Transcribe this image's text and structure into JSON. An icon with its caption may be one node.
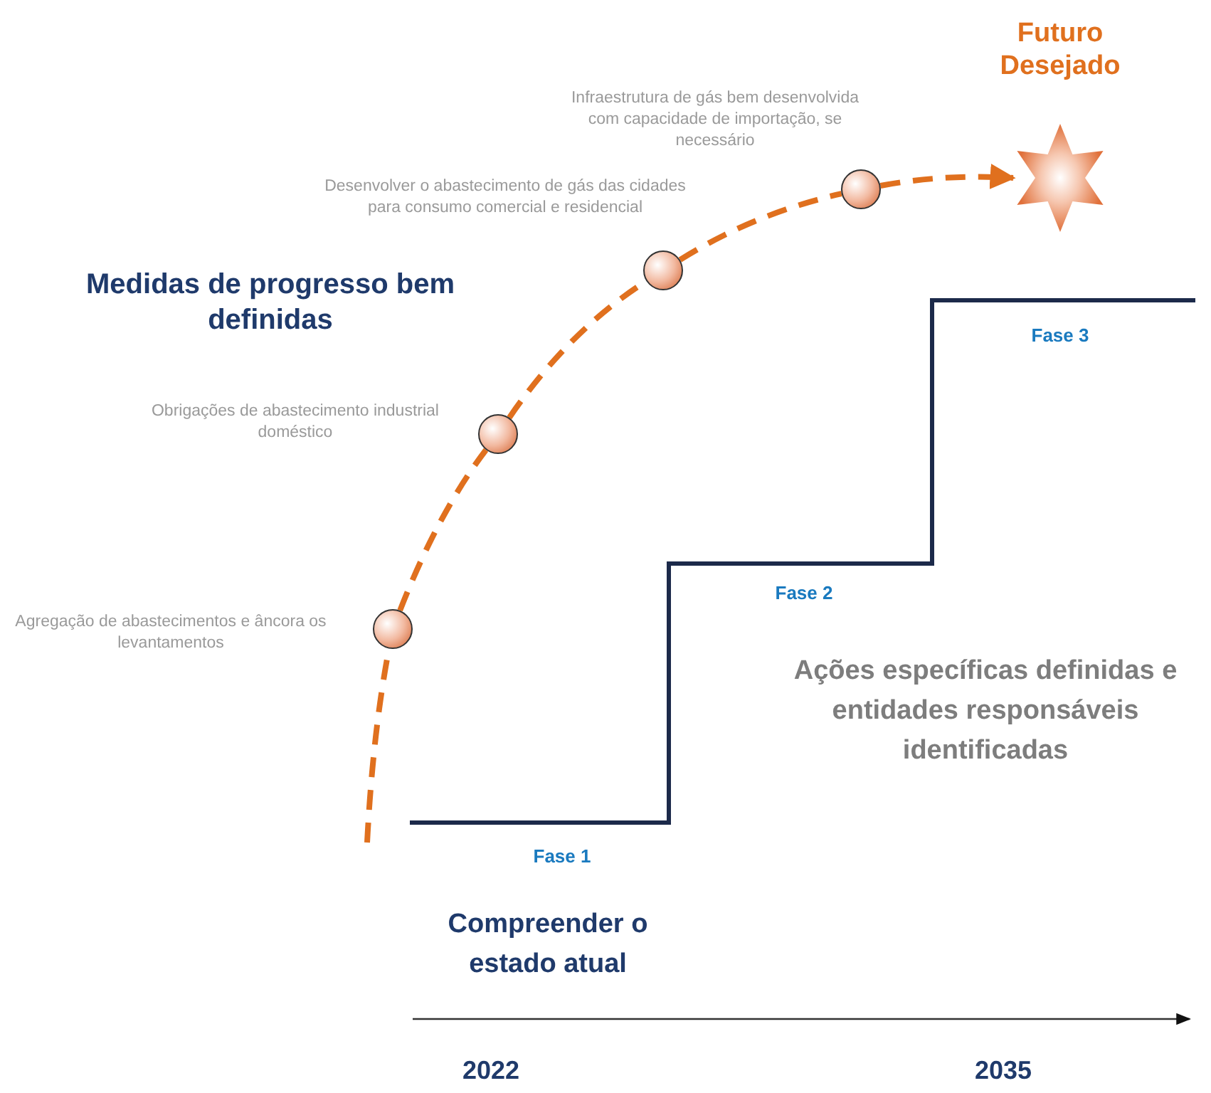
{
  "diagram": {
    "nodes": [
      {
        "text": [],
        "shape": "circle",
        "beside": [
          "Agregação de abastecimentos e âncora os levantamentos"
        ]
      },
      {
        "text": [],
        "shape": "circle",
        "beside": [
          "Obrigações de abastecimento industrial doméstico"
        ]
      },
      {
        "text": [],
        "shape": "circle",
        "beside": [
          "Desenvolver o abastecimento de gás das cidades para consumo comercial e residencial"
        ]
      },
      {
        "text": [],
        "shape": "circle",
        "beside": [
          "Infraestrutura de gás bem desenvolvida com capacidade de importação, se necessário"
        ]
      },
      {
        "text": [
          "Futuro Desejado"
        ]
      }
    ],
    "edges": [
      {
        "from": null,
        "to": 0,
        "arrow": "none",
        "style": "dashed"
      },
      {
        "from": 0,
        "to": 1,
        "arrow": "none",
        "style": "dashed"
      },
      {
        "from": 1,
        "to": 2,
        "arrow": "none",
        "style": "dashed"
      },
      {
        "from": 2,
        "to": 3,
        "arrow": "none",
        "style": "dashed"
      },
      {
        "from": 3,
        "to": 4,
        "arrow": "to",
        "style": "dashed"
      }
    ],
    "labels": [
      "Medidas de progresso bem definidas",
      "Fase 3",
      "Fase 2",
      "Ações específicas definidas e entidades responsáveis identificadas",
      "Fase 1",
      "Compreender o estado atual",
      "2022",
      "2035"
    ]
  }
}
